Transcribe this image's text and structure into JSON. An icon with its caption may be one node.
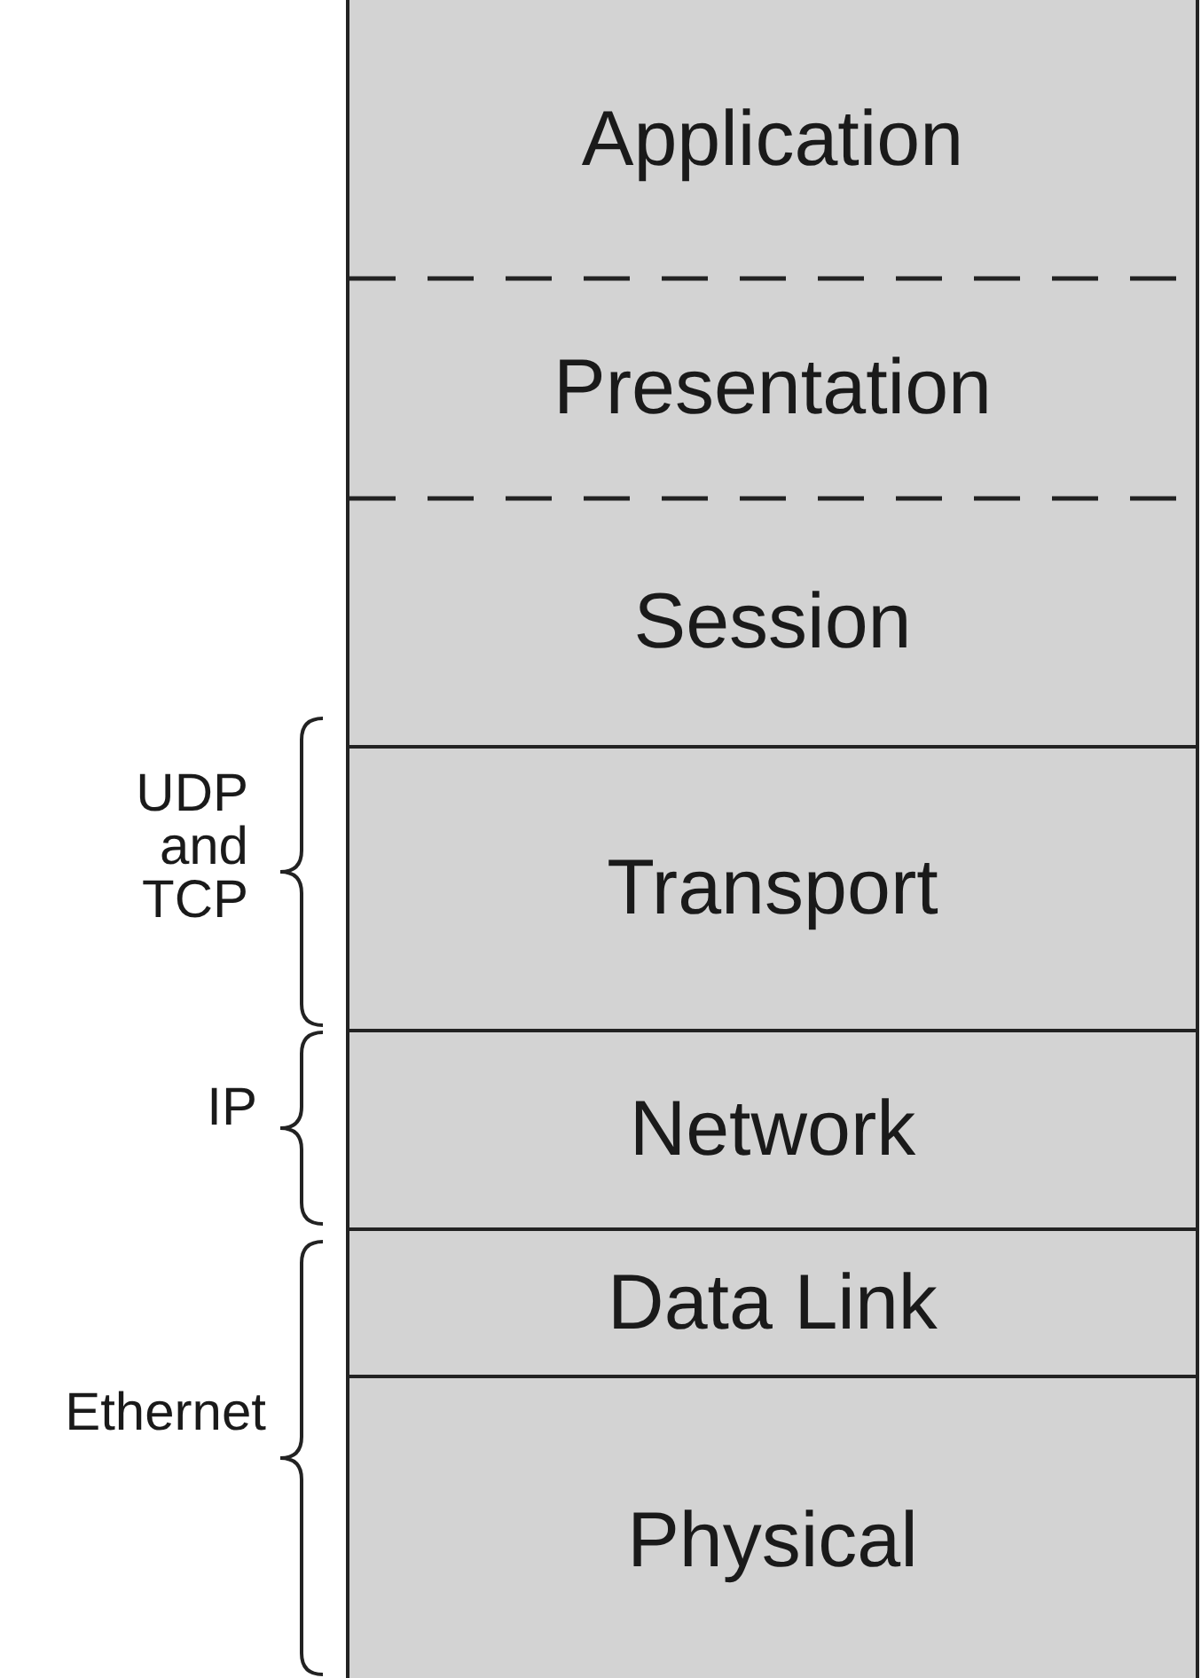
{
  "diagram": {
    "nodes": [
      {
        "text": [
          "Application"
        ]
      },
      {
        "text": [
          "Presentation"
        ]
      },
      {
        "text": [
          "Session"
        ]
      },
      {
        "text": [
          "Transport"
        ]
      },
      {
        "text": [
          "Network"
        ]
      },
      {
        "text": [
          "Data Link"
        ]
      },
      {
        "text": [
          "Physical"
        ]
      }
    ],
    "labels": [
      "UDP and TCP",
      "IP",
      "Ethernet"
    ]
  }
}
